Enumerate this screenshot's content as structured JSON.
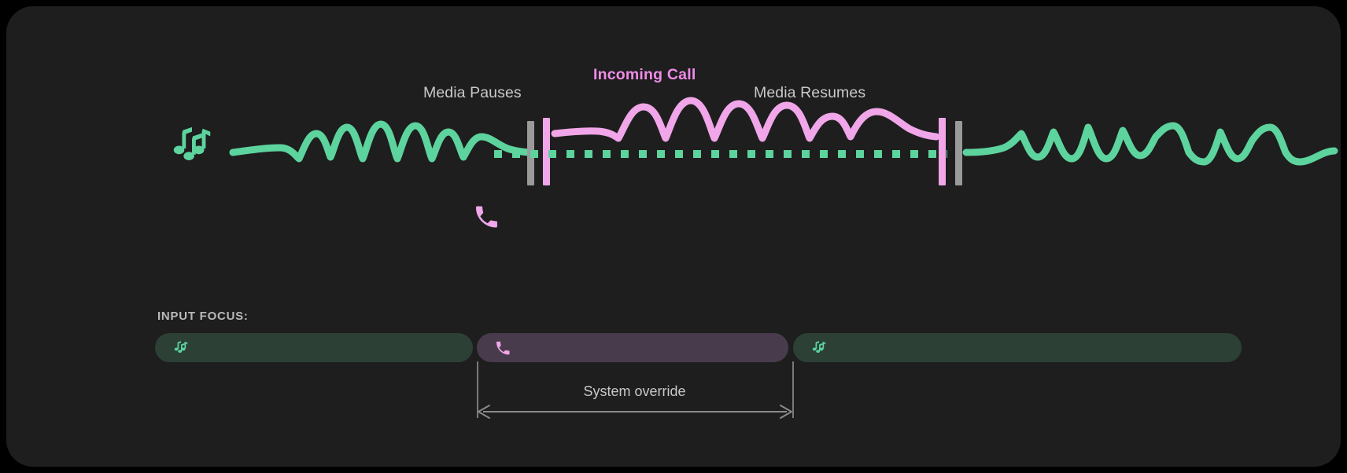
{
  "theme": {
    "page_background": "#000000",
    "card_background": "#1e1e1e",
    "media_green": "#5dd39e",
    "call_pink": "#f0a6e8",
    "call_label_magenta": "#f08ce8",
    "marker_gray": "#9a9a9a",
    "label_gray": "#c9c9c9",
    "pill_green_bg": "#2c4036",
    "pill_purple_bg": "#483c4c"
  },
  "timeline": {
    "labels": {
      "media_pauses": "Media Pauses",
      "incoming_call": "Incoming Call",
      "media_resumes": "Media Resumes"
    },
    "icons": {
      "media_start": "music-notes-icon",
      "call_event": "phone-icon"
    },
    "segments": [
      {
        "name": "media-playing-before",
        "source": "media",
        "color": "#5dd39e",
        "style": "waveform"
      },
      {
        "name": "call-active",
        "source": "call",
        "color": "#f0a6e8",
        "style": "waveform"
      },
      {
        "name": "media-ducked",
        "source": "media",
        "color": "#5dd39e",
        "style": "dotted"
      },
      {
        "name": "media-playing-after",
        "source": "media",
        "color": "#5dd39e",
        "style": "waveform"
      }
    ],
    "markers": [
      {
        "name": "pause-marker",
        "gray": true,
        "pink": true
      },
      {
        "name": "resume-marker",
        "gray": true,
        "pink": true
      }
    ]
  },
  "input_focus": {
    "label": "INPUT FOCUS:",
    "slots": [
      {
        "name": "media-before",
        "icon": "music-notes-icon",
        "state": "media",
        "background": "#2c4036"
      },
      {
        "name": "call",
        "icon": "phone-icon",
        "state": "call",
        "background": "#483c4c"
      },
      {
        "name": "media-after",
        "icon": "music-notes-icon",
        "state": "media",
        "background": "#2c4036"
      }
    ]
  },
  "override": {
    "label": "System override",
    "arrow": "double-headed"
  }
}
